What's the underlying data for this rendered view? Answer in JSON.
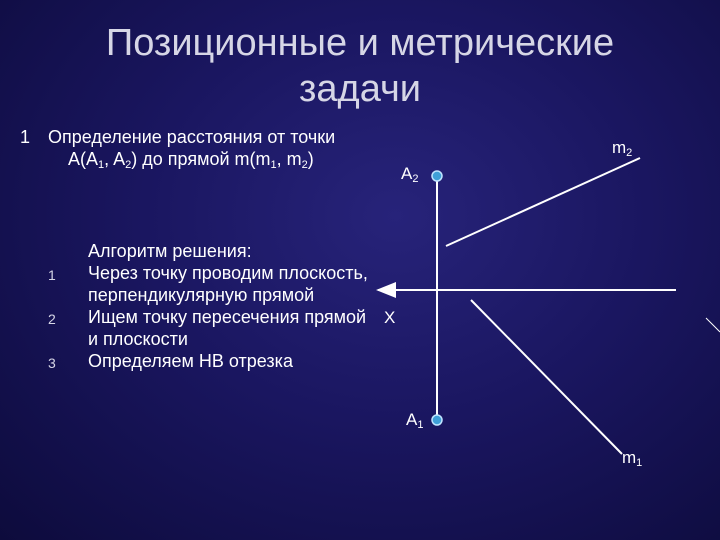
{
  "title": {
    "line1": "Позиционные и метрические",
    "line2": "задачи"
  },
  "task": {
    "number": "1",
    "text_a": "Определение расстояния от точки A(A",
    "sub_a1": "1",
    "text_b": ", A",
    "sub_a2": "2",
    "text_c": ")  до прямой m(m",
    "sub_m1": "1",
    "text_d": ", m",
    "sub_m2": "2",
    "text_e": ")"
  },
  "algorithm": {
    "heading": "Алгоритм решения:",
    "steps": [
      {
        "n": "1",
        "text": "Через точку проводим плоскость, перпендикулярную прямой"
      },
      {
        "n": "2",
        "text": "Ищем точку пересечения прямой и плоскости"
      },
      {
        "n": "3",
        "text": "Определяем НВ отрезка"
      }
    ]
  },
  "diagram": {
    "labels": {
      "A2": {
        "base": "A",
        "sub": "2"
      },
      "A1": {
        "base": "A",
        "sub": "1"
      },
      "m2": {
        "base": "m",
        "sub": "2"
      },
      "m1": {
        "base": "m",
        "sub": "1"
      },
      "x": "X"
    },
    "colors": {
      "line": "#ffffff",
      "point_fill": "#3fa0d8",
      "point_stroke": "#bfe4ff"
    }
  }
}
